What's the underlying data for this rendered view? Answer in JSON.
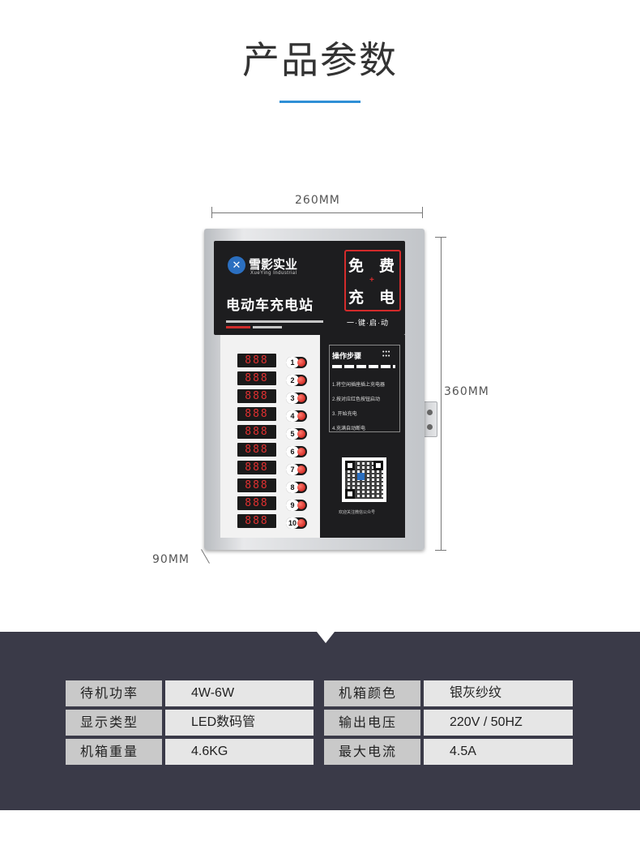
{
  "title": "产品参数",
  "dimensions": {
    "width": "260MM",
    "height": "360MM",
    "depth": "90MM"
  },
  "device": {
    "brand_cn": "雪影实业",
    "brand_en": "XueYing Industrial",
    "station_name": "电动车充电站",
    "free_chars": [
      "免",
      "费",
      "充",
      "电"
    ],
    "one_key_start": "一·键·启·动",
    "displays": [
      "888",
      "888",
      "888",
      "888",
      "888",
      "888",
      "888",
      "888",
      "888",
      "888"
    ],
    "ports": [
      "1",
      "2",
      "3",
      "4",
      "5",
      "6",
      "7",
      "8",
      "9",
      "10"
    ],
    "steps_title": "操作步骤",
    "steps": [
      "1.将空闲插座插上充电器",
      "2.按对应红色按钮启动",
      "3. 开始充电",
      "4.充满自动断电"
    ],
    "qr_caption": "欢迎关注微信公众号"
  },
  "specs": [
    {
      "label": "待机功率",
      "value": "4W-6W"
    },
    {
      "label": "机箱颜色",
      "value": "银灰纱纹"
    },
    {
      "label": "显示类型",
      "value": "LED数码管"
    },
    {
      "label": "输出电压",
      "value": "220V / 50HZ"
    },
    {
      "label": "机箱重量",
      "value": "4.6KG"
    },
    {
      "label": "最大电流",
      "value": "4.5A"
    }
  ]
}
